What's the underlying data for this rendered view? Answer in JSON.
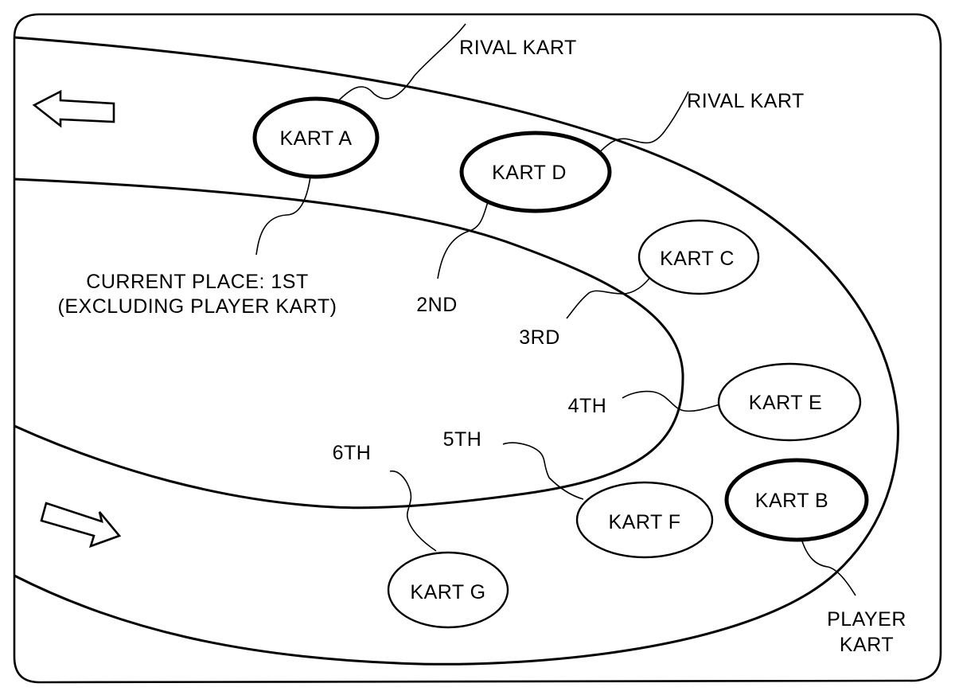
{
  "figure": {
    "description": "Race course diagram showing kart positions and current places",
    "direction_arrows": [
      "arrow-left-icon",
      "arrow-right-icon"
    ]
  },
  "karts": [
    {
      "id": "A",
      "label": "KART A",
      "emphasis": "bold",
      "role": "RIVAL KART",
      "place": "CURRENT PLACE: 1ST",
      "place_note": "(EXCLUDING PLAYER KART)"
    },
    {
      "id": "D",
      "label": "KART D",
      "emphasis": "bold",
      "role": "RIVAL KART",
      "place": "2ND"
    },
    {
      "id": "C",
      "label": "KART C",
      "emphasis": "normal",
      "place": "3RD"
    },
    {
      "id": "E",
      "label": "KART E",
      "emphasis": "normal",
      "place": "4TH"
    },
    {
      "id": "F",
      "label": "KART F",
      "emphasis": "normal",
      "place": "5TH"
    },
    {
      "id": "G",
      "label": "KART G",
      "emphasis": "normal",
      "place": "6TH"
    },
    {
      "id": "B",
      "label": "KART B",
      "emphasis": "bold",
      "role_line1": "PLAYER",
      "role_line2": "KART"
    }
  ]
}
